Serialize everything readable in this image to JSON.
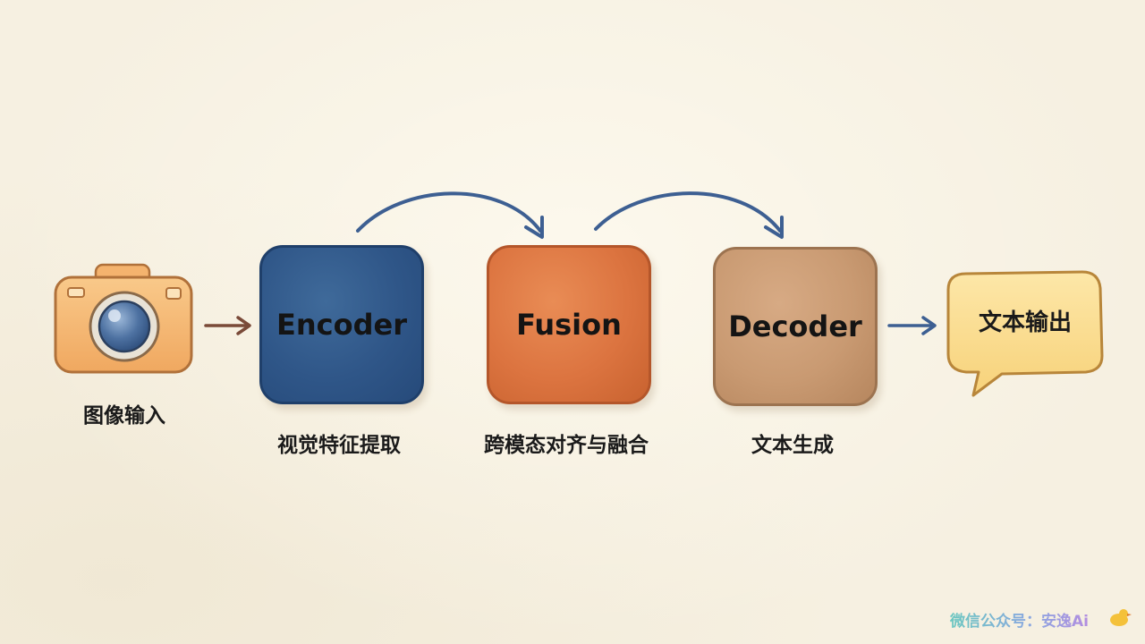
{
  "stages": {
    "encoder": {
      "title": "Encoder",
      "caption": "视觉特征提取",
      "color": "#2f5688"
    },
    "fusion": {
      "title": "Fusion",
      "caption": "跨模态对齐与融合",
      "color": "#dc7440"
    },
    "decoder": {
      "title": "Decoder",
      "caption": "文本生成",
      "color": "#c99a72"
    }
  },
  "input": {
    "label": "图像输入",
    "icon": "camera-icon"
  },
  "output": {
    "label": "文本输出",
    "icon": "speech-bubble-icon"
  },
  "watermark": "微信公众号：安逸Ai"
}
